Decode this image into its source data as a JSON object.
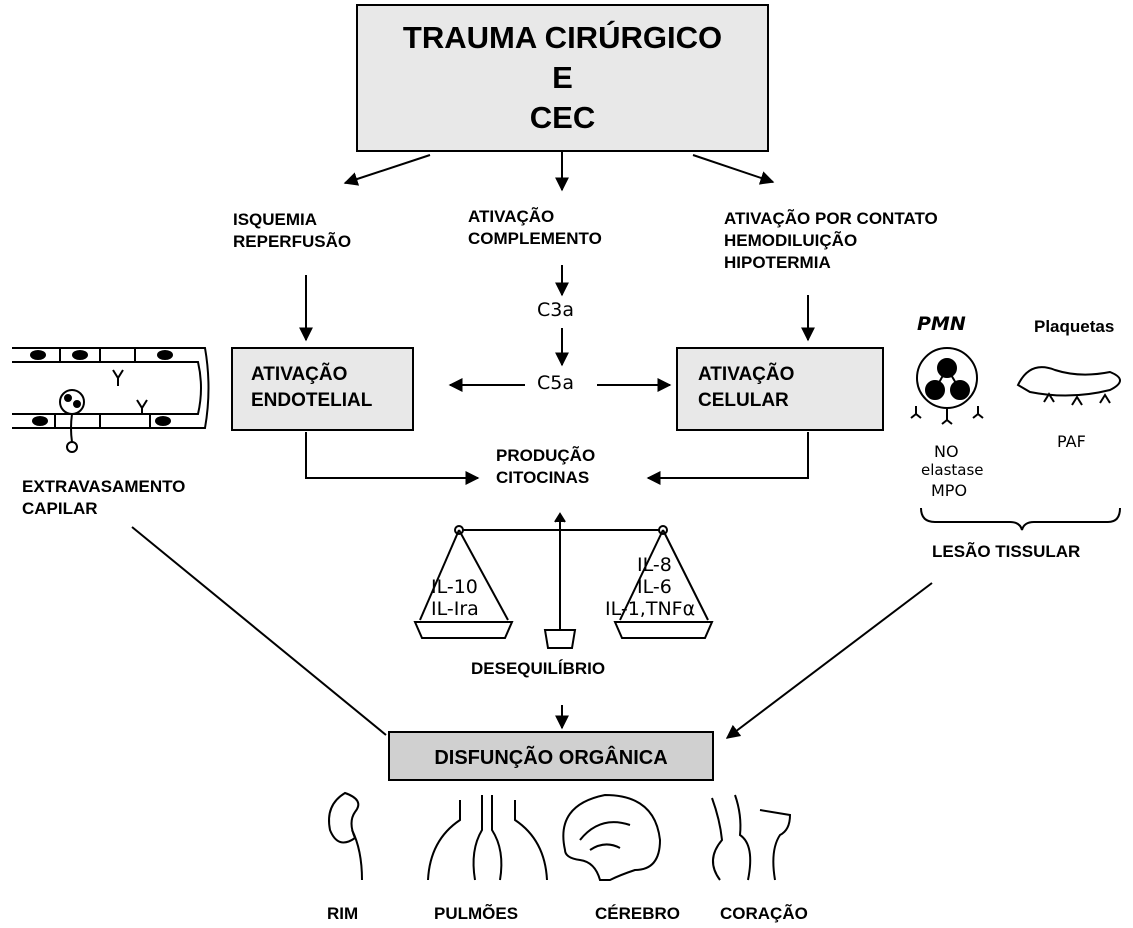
{
  "title": {
    "line1": "TRAUMA CIRÚRGICO",
    "line2": "E",
    "line3": "CEC"
  },
  "causes": {
    "isquemia": {
      "line1": "ISQUEMIA",
      "line2": "REPERFUSÃO"
    },
    "complemento": {
      "line1": "ATIVAÇÃO",
      "line2": "COMPLEMENTO"
    },
    "contato": {
      "line1": "ATIVAÇÃO POR CONTATO",
      "line2": "HEMODILUIÇÃO",
      "line3": "HIPOTERMIA"
    }
  },
  "complement_factors": {
    "c3a": "C3a",
    "c5a": "C5a"
  },
  "activation_boxes": {
    "endotelial": {
      "line1": "ATIVAÇÃO",
      "line2": "ENDOTELIAL"
    },
    "celular": {
      "line1": "ATIVAÇÃO",
      "line2": "CELULAR"
    }
  },
  "producao": {
    "line1": "PRODUÇÃO",
    "line2": "CITOCINAS"
  },
  "scale": {
    "left": [
      "IL-10",
      "IL-Ira"
    ],
    "right": [
      "IL-8",
      "IL-6",
      "IL-1,TNFα"
    ],
    "caption": "DESEQUILÍBRIO"
  },
  "vessel": {
    "line1": "EXTRAVASAMENTO",
    "line2": "CAPILAR"
  },
  "cells": {
    "pmn": "PMN",
    "plaquetas": "Plaquetas",
    "no": "NO",
    "elastase": "elastase",
    "mpo": "MPO",
    "paf": "PAF",
    "lesao": "LESÃO TISSULAR"
  },
  "outcome": "DISFUNÇÃO ORGÂNICA",
  "organs": [
    "RIM",
    "PULMÕES",
    "CÉREBRO",
    "CORAÇÃO"
  ],
  "colors": {
    "box_fill": "#e8e8e8",
    "outcome_fill": "#d0d0d0",
    "ink": "#000000"
  }
}
